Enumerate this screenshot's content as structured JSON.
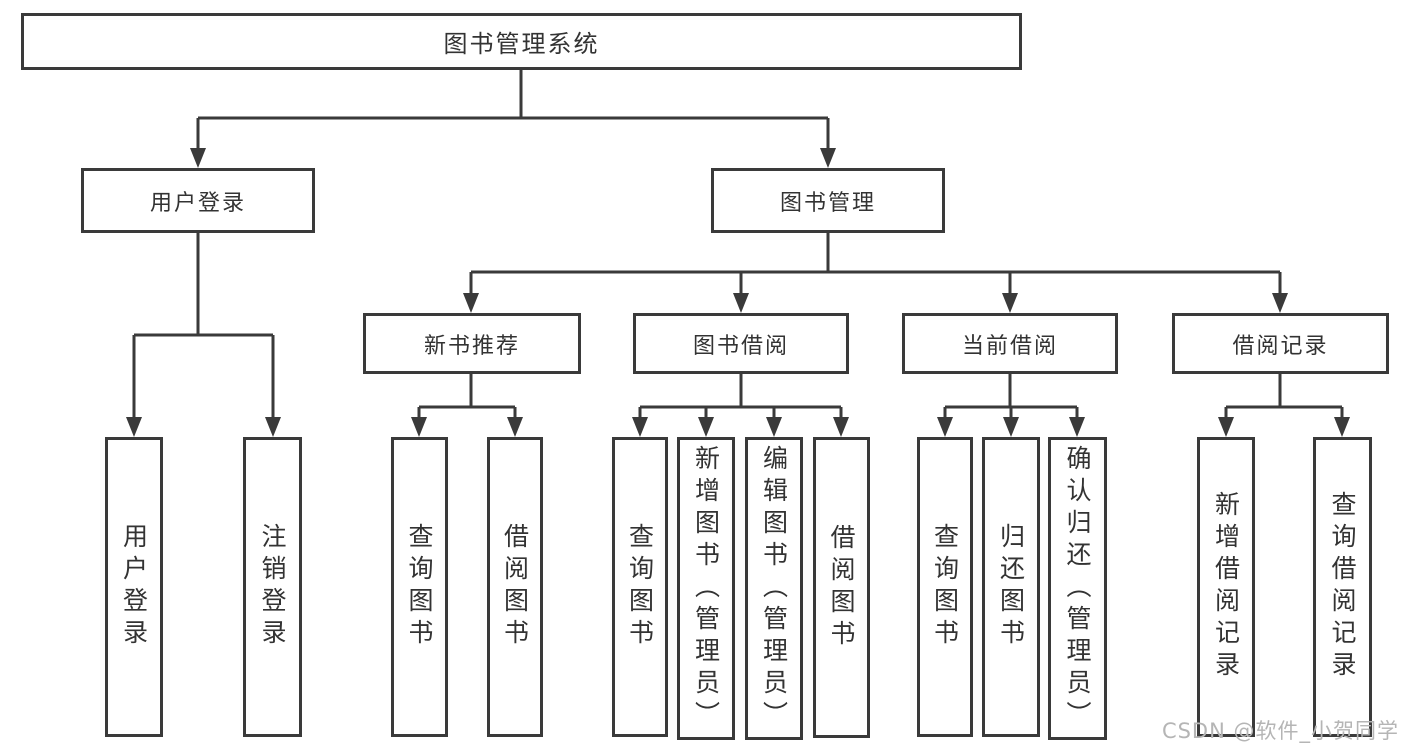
{
  "colors": {
    "line": "#3a3a3a",
    "box_border": "#3a3a3a",
    "text": "#333333",
    "watermark_text": "#b5b5b5",
    "background": "#ffffff"
  },
  "tree": {
    "root": {
      "label": "图书管理系统"
    },
    "branches": [
      {
        "label": "用户登录",
        "children": [
          {
            "label": "用户登录"
          },
          {
            "label": "注销登录"
          }
        ]
      },
      {
        "label": "图书管理",
        "children": [
          {
            "label": "新书推荐",
            "children": [
              {
                "label": "查询图书"
              },
              {
                "label": "借阅图书"
              }
            ]
          },
          {
            "label": "图书借阅",
            "children": [
              {
                "label": "查询图书"
              },
              {
                "label": "新增图书（管理员）"
              },
              {
                "label": "编辑图书（管理员）"
              },
              {
                "label": "借阅图书"
              }
            ]
          },
          {
            "label": "当前借阅",
            "children": [
              {
                "label": "查询图书"
              },
              {
                "label": "归还图书"
              },
              {
                "label": "确认归还（管理员）"
              }
            ]
          },
          {
            "label": "借阅记录",
            "children": [
              {
                "label": "新增借阅记录"
              },
              {
                "label": "查询借阅记录"
              }
            ]
          }
        ]
      }
    ]
  },
  "watermark": "CSDN @软件_小贺同学"
}
